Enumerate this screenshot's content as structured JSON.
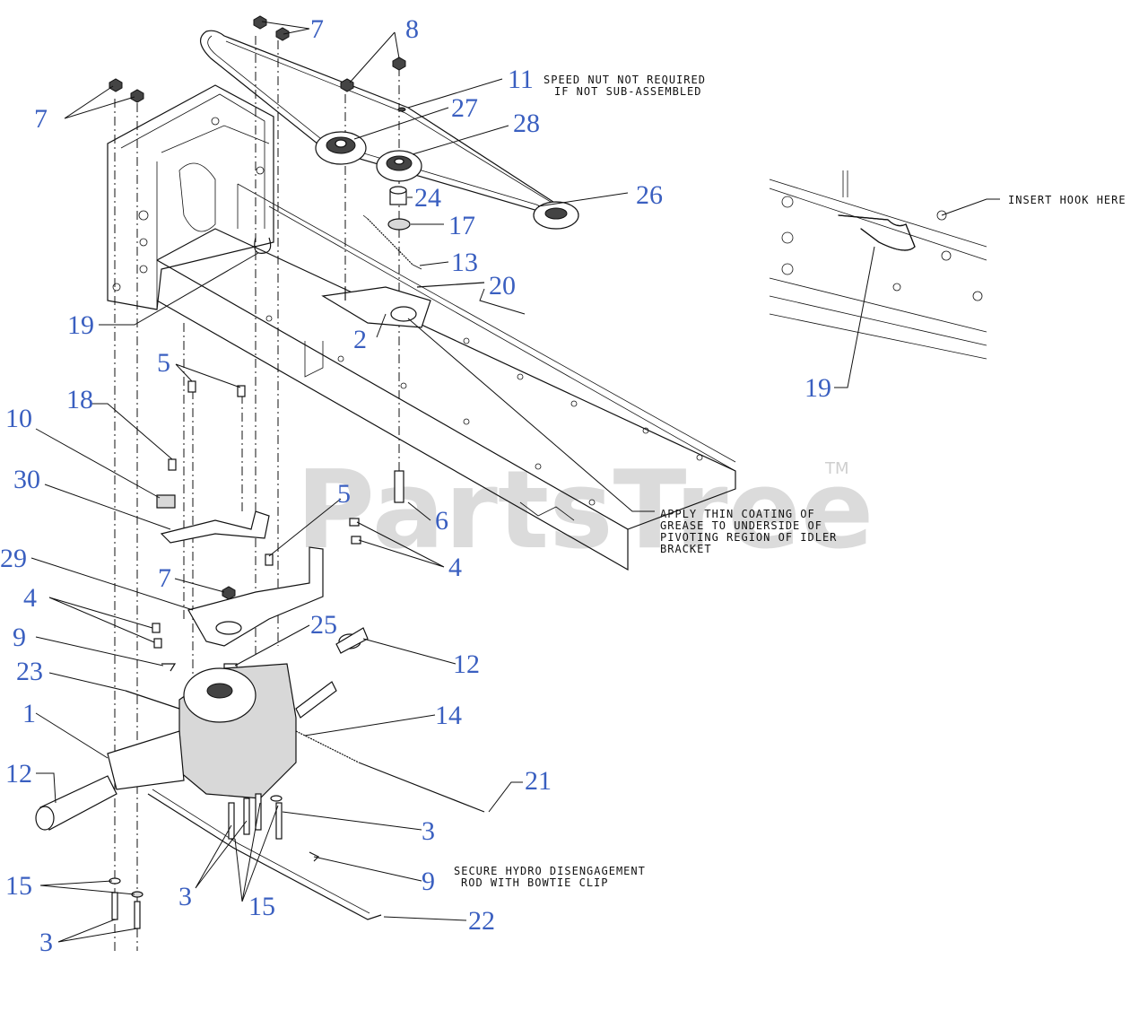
{
  "watermark": {
    "brand": "PartsTree",
    "trademark": "TM"
  },
  "notes": {
    "speed_nut": [
      "SPEED NUT NOT REQUIRED",
      "IF NOT SUB-ASSEMBLED"
    ],
    "insert_hook": "INSERT HOOK HERE",
    "grease": [
      "APPLY THIN COATING OF",
      "GREASE TO UNDERSIDE OF",
      "PIVOTING REGION OF IDLER",
      "BRACKET"
    ],
    "hydro_rod": [
      "SECURE HYDRO DISENGAGEMENT",
      "ROD WITH BOWTIE CLIP"
    ]
  },
  "callouts": {
    "c7a": "7",
    "c7b": "7",
    "c7c": "7",
    "c8": "8",
    "c11": "11",
    "c27": "27",
    "c28": "28",
    "c24": "24",
    "c26": "26",
    "c17": "17",
    "c13": "13",
    "c20": "20",
    "c19a": "19",
    "c2": "2",
    "c19b": "19",
    "c5a": "5",
    "c18": "18",
    "c10": "10",
    "c30": "30",
    "c5b": "5",
    "c6": "6",
    "c4a": "4",
    "c29": "29",
    "c4b": "4",
    "c9a": "9",
    "c25": "25",
    "c12a": "12",
    "c23": "23",
    "c1": "1",
    "c14": "14",
    "c12b": "12",
    "c21": "21",
    "c3a": "3",
    "c9b": "9",
    "c15a": "15",
    "c3b": "3",
    "c15b": "15",
    "c22": "22",
    "c3c": "3"
  },
  "colors": {
    "callout": "#3a5fc0",
    "line": "#111111",
    "watermark": "#cfcfcf"
  }
}
